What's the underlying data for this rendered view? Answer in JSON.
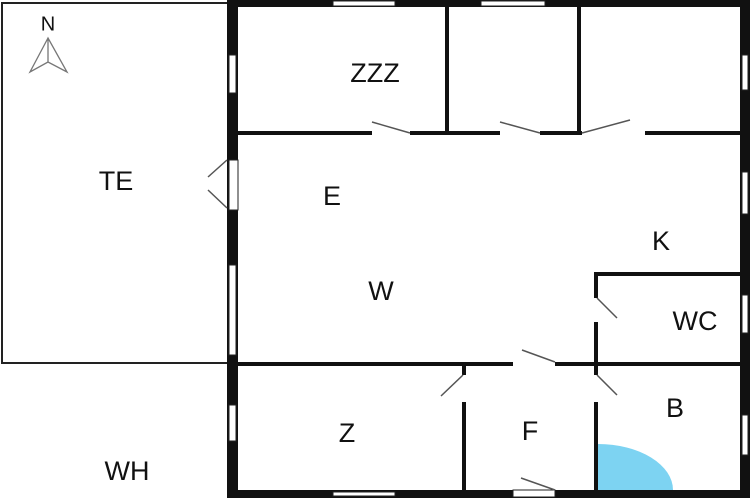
{
  "compass": {
    "label": "N"
  },
  "rooms": {
    "terrace": "TE",
    "bedroom_top": "ZZZ",
    "entrance": "E",
    "kitchen": "K",
    "living": "W",
    "toilet": "WC",
    "room_bottom": "Z",
    "hall": "F",
    "bath": "B",
    "outside": "WH"
  },
  "colors": {
    "shower": "#7dd3f2",
    "wall": "#111111"
  }
}
